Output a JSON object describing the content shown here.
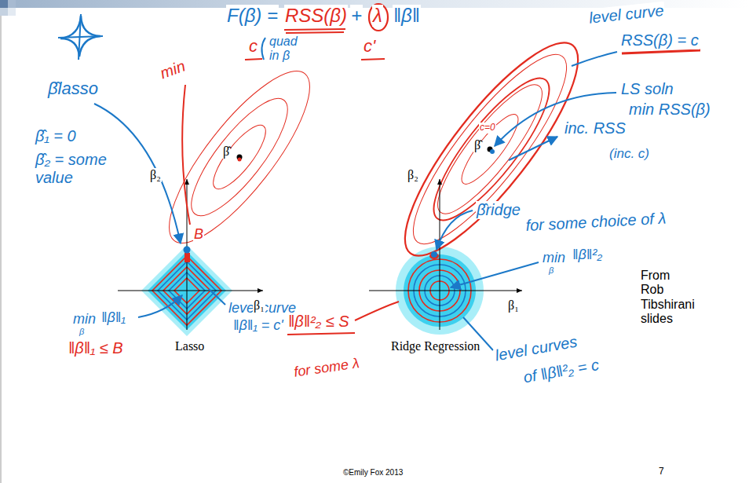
{
  "diagram": {
    "labels": [
      "F(β) =",
      "RSS(β)",
      "+",
      "λ",
      "‖β‖",
      "c",
      "quad in β",
      "c'",
      "level curve",
      "RSS(β) = c",
      "LS soln",
      "min RSS(β)",
      "c=0",
      "inc. RSS",
      "(inc. c)",
      "β̂ridge",
      "for some choice of λ",
      "From Rob Tibshirani slides",
      "Ridge Regression",
      "Lasso",
      "β̂lasso",
      "β̂₁ = 0",
      "β̂₂ = some value",
      "min",
      "β",
      "‖β‖₁",
      "‖β‖₁ ≤ B",
      "level curve",
      "‖β‖₁ = c'",
      "min",
      "B",
      "‖β‖²₂ ≤ S",
      "for some λ",
      "min",
      "β",
      "‖β‖²₂",
      "level curves",
      "of ‖β‖²₂ = c",
      "β̂",
      "β̂",
      "β₂",
      "β₁",
      "β₂",
      "β₁",
      "©Emily Fox 2013",
      "7"
    ]
  }
}
